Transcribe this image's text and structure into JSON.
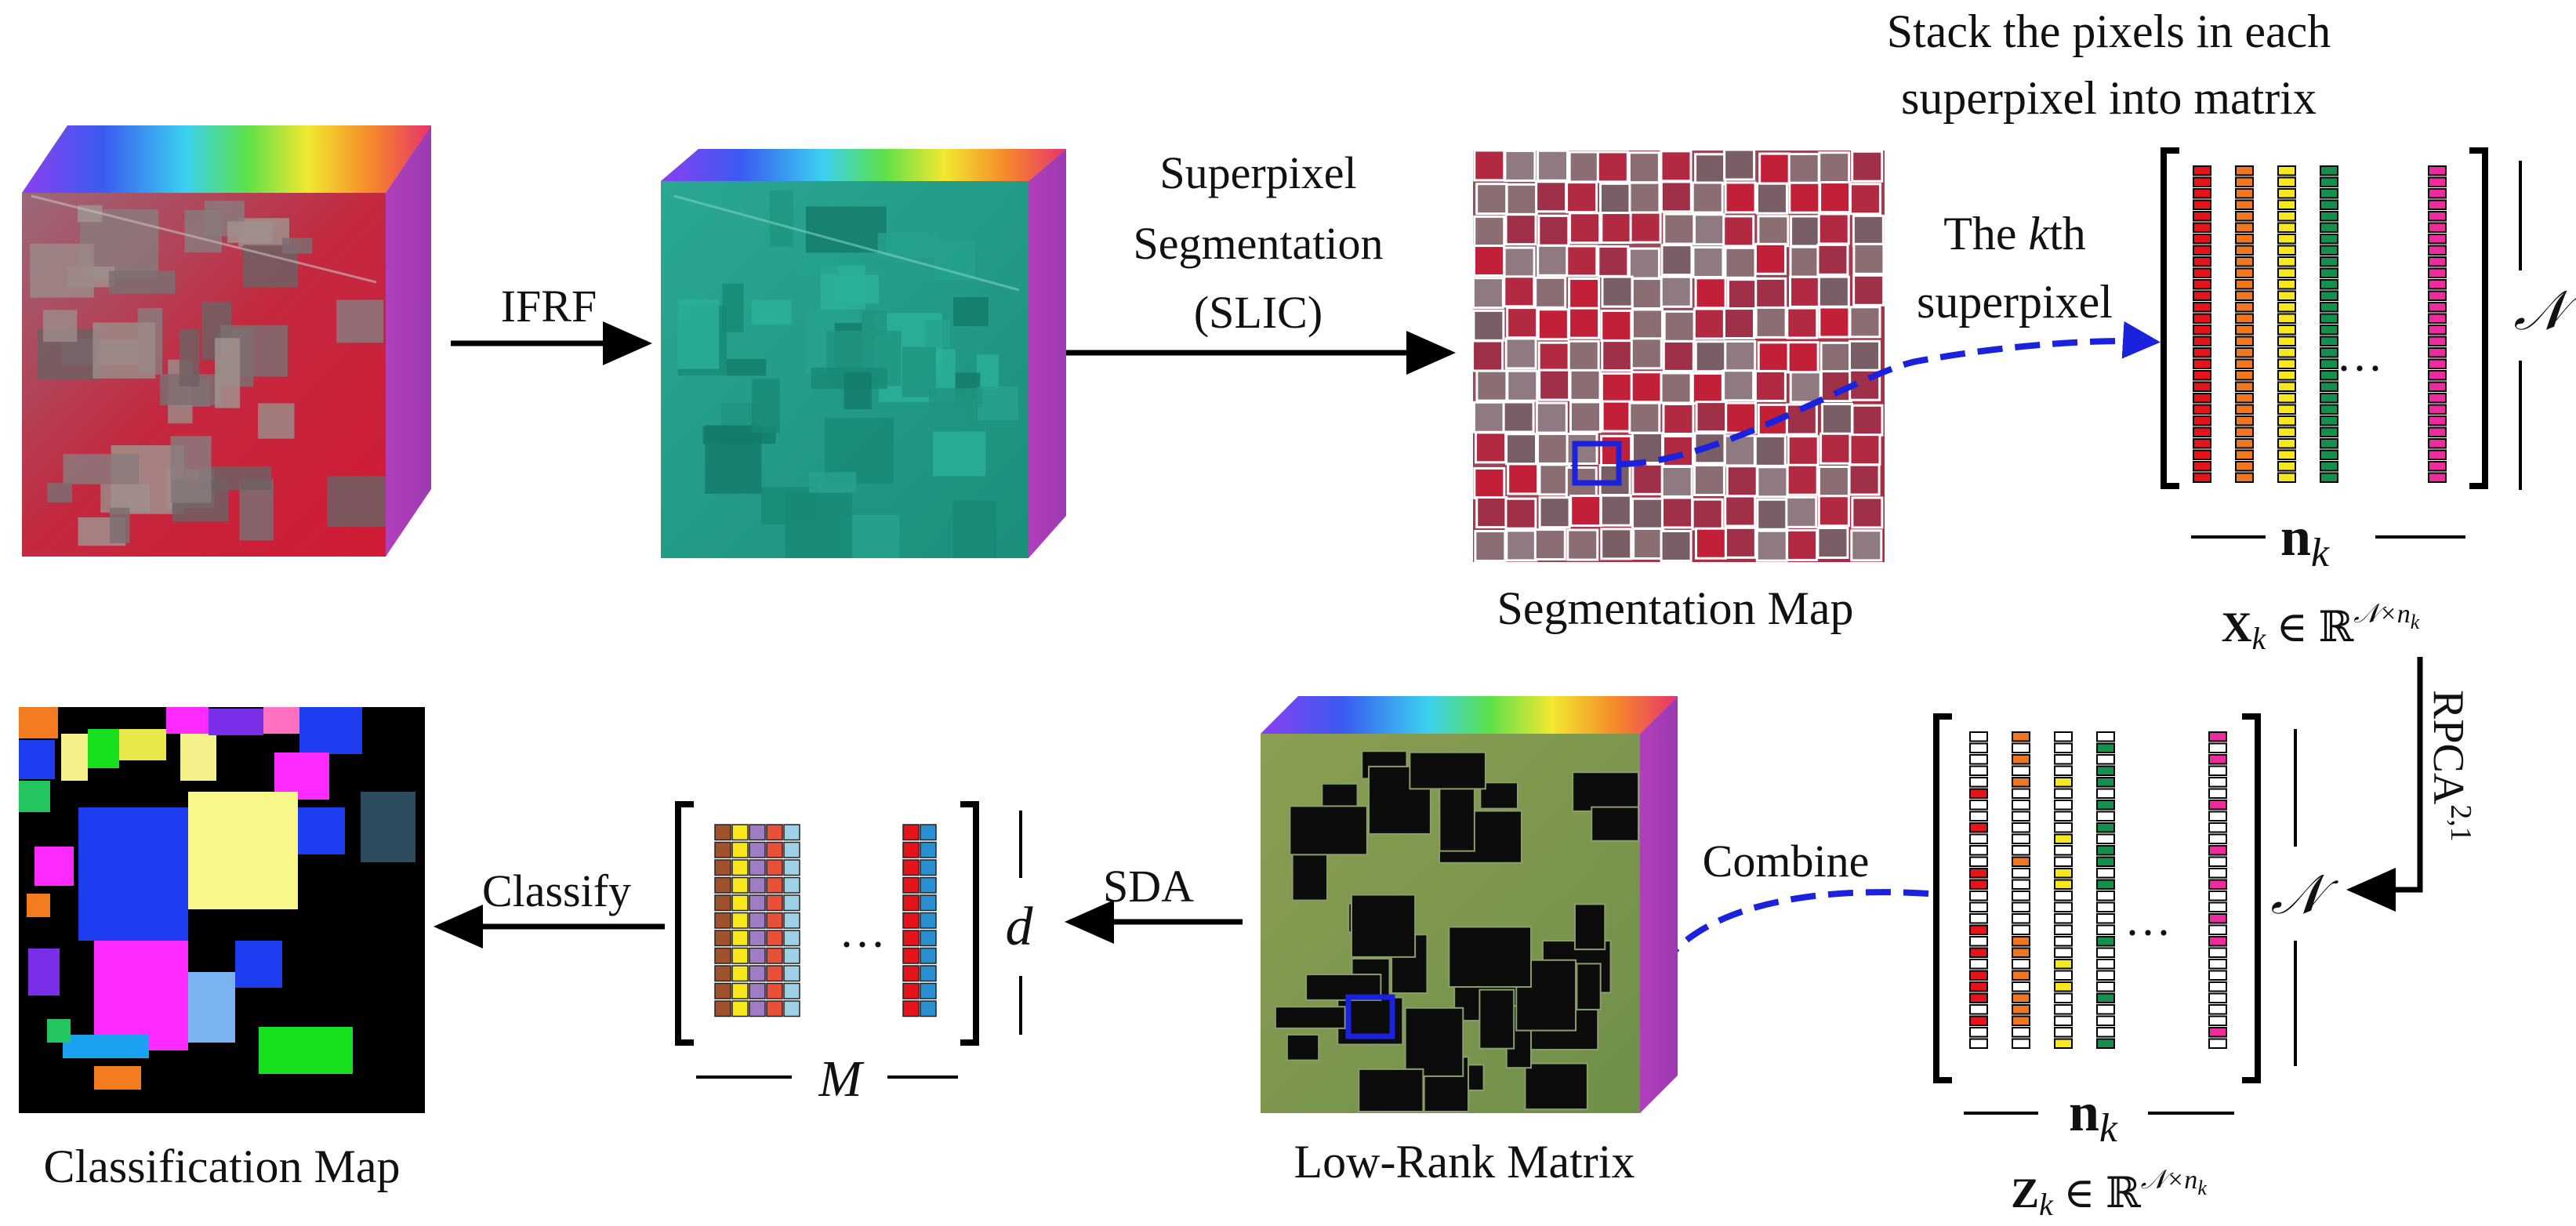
{
  "labels": {
    "ifrf": "IFRF",
    "superpixel_seg_1": "Superpixel",
    "superpixel_seg_2": "Segmentation",
    "superpixel_seg_3": "(SLIC)",
    "segmentation_map": "Segmentation Map",
    "stack_1": "Stack the pixels in each",
    "stack_2": "superpixel into matrix",
    "kth_1_pre": "The ",
    "kth_1_var": "k",
    "kth_1_post": "th",
    "kth_2": "superpixel",
    "calN": "𝒩",
    "n_k_bold": "n",
    "n_k_sub": "k",
    "xk_bold": "X",
    "xk_sub": "k",
    "xk_rest": " ∈ ℝ",
    "xk_sup": "𝒩×n",
    "xk_sup_sub": "k",
    "rpca": "RPCA",
    "rpca_sup": "2,1",
    "zk_bold": "Z",
    "zk_sub": "k",
    "zk_rest": " ∈ ℝ",
    "zk_sup": "𝒩×n",
    "zk_sup_sub": "k",
    "combine": "Combine",
    "low_rank_matrix": "Low-Rank Matrix",
    "sda": "SDA",
    "d": "d",
    "M": "M",
    "classify": "Classify",
    "classification_map": "Classification Map",
    "dots": "···"
  },
  "colors": {
    "arrow": "#000000",
    "dashed_arrow": "#1b22dd",
    "cube_side": "#a33fb1",
    "hsi_red": "#c41c36",
    "ifrf_teal": "#1f9c86",
    "column_colors": [
      "#e5141b",
      "#f07722",
      "#f7e81d",
      "#13904c",
      "#ee2a9f"
    ],
    "feature_colors": [
      "#a0522d",
      "#f7e81d",
      "#a07cc5",
      "#e8503a",
      "#9ed1e6"
    ]
  }
}
